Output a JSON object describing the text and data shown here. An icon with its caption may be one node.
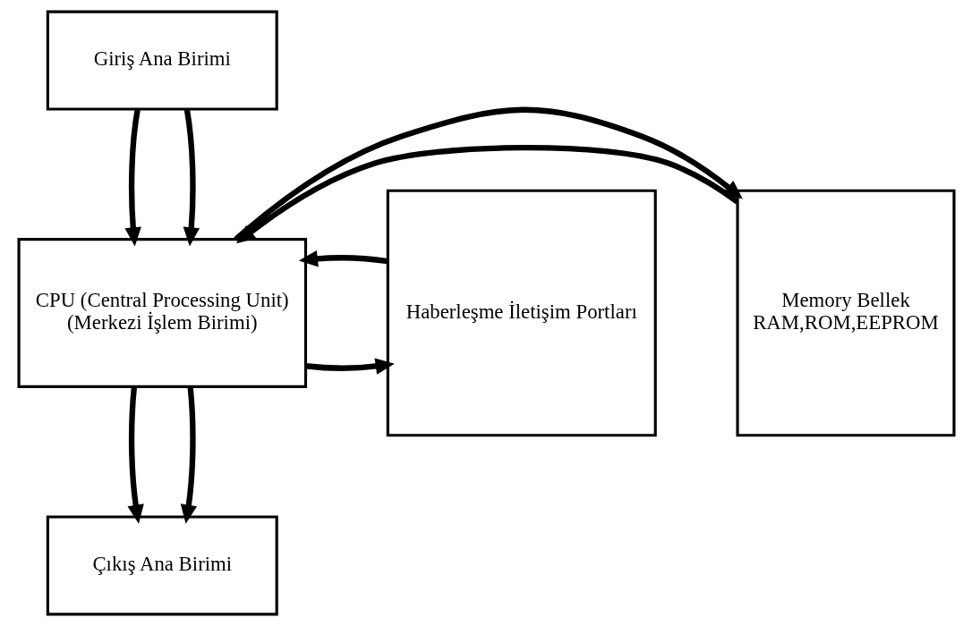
{
  "diagram": {
    "nodes": [
      {
        "text": [
          "Giriş Ana Birimi"
        ]
      },
      {
        "text": [
          "Memory Bellek",
          "RAM,ROM,EEPROM"
        ]
      },
      {
        "text": [
          "CPU (Central Processing Unit)",
          "(Merkezi İşlem Birimi)"
        ]
      },
      {
        "text": [
          "Haberleşme İletişim Portları"
        ]
      },
      {
        "text": [
          "Çıkış Ana Birimi"
        ]
      }
    ],
    "edges": [
      {
        "from": 0,
        "to": 2,
        "arrow": "to"
      },
      {
        "from": 0,
        "to": 2,
        "arrow": "to"
      },
      {
        "from": 1,
        "to": 2,
        "arrow": "to"
      },
      {
        "from": 2,
        "to": 1,
        "arrow": "to"
      },
      {
        "from": 2,
        "to": 3,
        "arrow": "to"
      },
      {
        "from": 3,
        "to": 2,
        "arrow": "to"
      },
      {
        "from": 2,
        "to": 4,
        "arrow": "to"
      },
      {
        "from": 2,
        "to": 4,
        "arrow": "to"
      }
    ]
  }
}
